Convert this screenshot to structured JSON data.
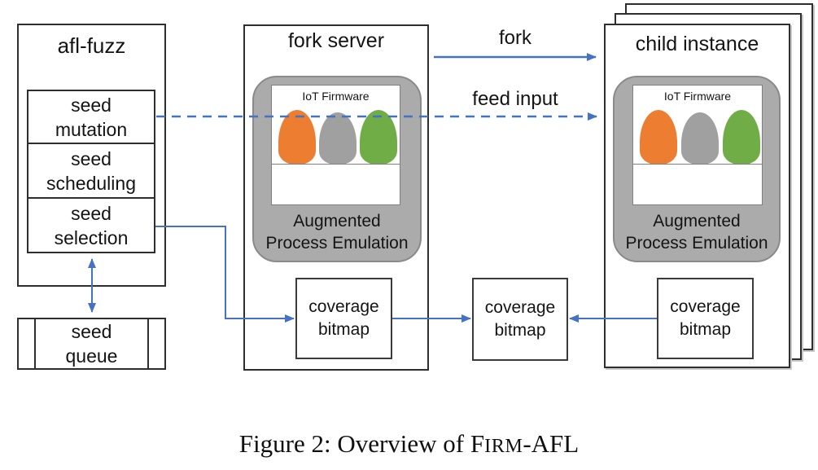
{
  "figure": {
    "caption": {
      "before": "Figure 2: Overview of ",
      "name_lead": "F",
      "name_smallcaps": "IRM",
      "after": "-AFL"
    }
  },
  "afl_fuzz": {
    "title": "afl-fuzz",
    "modules": [
      {
        "label": "seed\nmutation"
      },
      {
        "label": "seed\nscheduling"
      },
      {
        "label": "seed\nselection"
      }
    ],
    "queue_label": "seed\nqueue"
  },
  "fork_server": {
    "title": "fork server",
    "firmware_label": "IoT Firmware",
    "emulation_label": "Augmented\nProcess Emulation",
    "coverage_label": "coverage\nbitmap"
  },
  "child_instance": {
    "title": "child instance",
    "firmware_label": "IoT Firmware",
    "emulation_label": "Augmented\nProcess Emulation",
    "coverage_label": "coverage\nbitmap"
  },
  "shared": {
    "coverage_label": "coverage\nbitmap"
  },
  "arrows": {
    "fork_label": "fork",
    "feed_input_label": "feed input"
  },
  "colors": {
    "arrow_blue": "#4472C4",
    "container_gray": "#ABABAB",
    "blob_orange": "#ED7D31",
    "blob_gray": "#A0A0A0",
    "blob_green": "#70AD47"
  }
}
